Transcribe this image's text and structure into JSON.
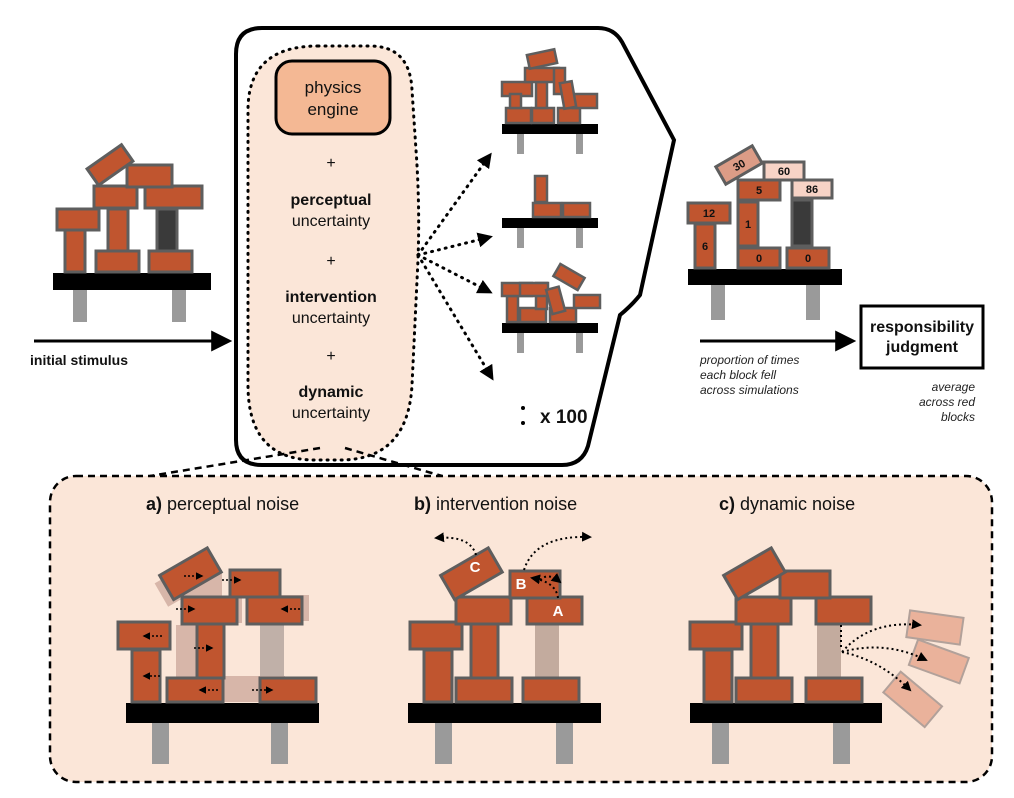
{
  "colors": {
    "brick": "#c0552f",
    "brick_stroke": "#5e5e5e",
    "panel_fill": "#fbe6d8",
    "engine_fill": "#f4b894",
    "base": "#000000",
    "leg": "#9a9a9a",
    "dark_block": "#3a3a3a"
  },
  "input": {
    "label": "initial stimulus"
  },
  "model": {
    "engine": "physics\nengine",
    "plus": "+",
    "perceptual_line1": "perceptual",
    "perceptual_line2": "uncertainty",
    "intervention_line1": "intervention",
    "intervention_line2": "uncertainty",
    "dynamic_line1": "dynamic",
    "dynamic_line2": "uncertainty"
  },
  "simulations": {
    "repeat": "x 100"
  },
  "output": {
    "block_values": [
      "30",
      "60",
      "86",
      "5",
      "12",
      "1",
      "6",
      "0",
      "0"
    ],
    "caption_line1": "proportion of times",
    "caption_line2": "each block fell",
    "caption_line3": "across simulations",
    "judgment_line1": "responsibility",
    "judgment_line2": "judgment",
    "avg_line1": "average",
    "avg_line2": "across red",
    "avg_line3": "blocks"
  },
  "noise_panels": {
    "a_prefix": "a)",
    "a_title": " perceptual noise",
    "b_prefix": "b)",
    "b_title": " intervention noise",
    "c_prefix": "c)",
    "c_title": " dynamic noise",
    "b_labels": [
      "C",
      "B",
      "A"
    ]
  }
}
